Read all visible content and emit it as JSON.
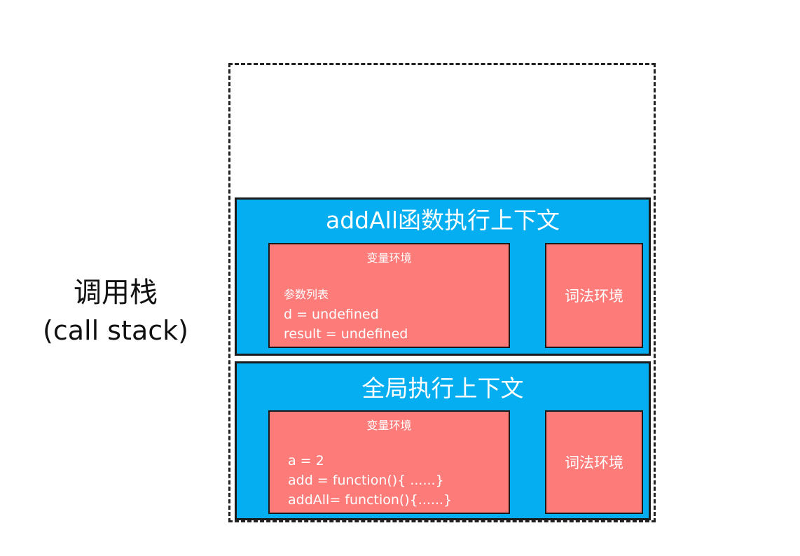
{
  "stack_label": {
    "zh": "调用栈",
    "en": "(call stack)"
  },
  "frames": [
    {
      "title": "addAll函数执行上下文",
      "variable_env": {
        "title": "变量环境",
        "lines": [
          "参数列表",
          "d = undefined",
          "result = undefined"
        ]
      },
      "lexical_env": {
        "title": "词法环境"
      }
    },
    {
      "title": "全局执行上下文",
      "variable_env": {
        "title": "变量环境",
        "lines": [
          "a = 2",
          "add = function(){ ......}",
          "addAll= function(){......}"
        ]
      },
      "lexical_env": {
        "title": "词法环境"
      }
    }
  ],
  "colors": {
    "frame": "#04aef0",
    "env": "#fd7c7a",
    "border": "#1a1a1a"
  }
}
